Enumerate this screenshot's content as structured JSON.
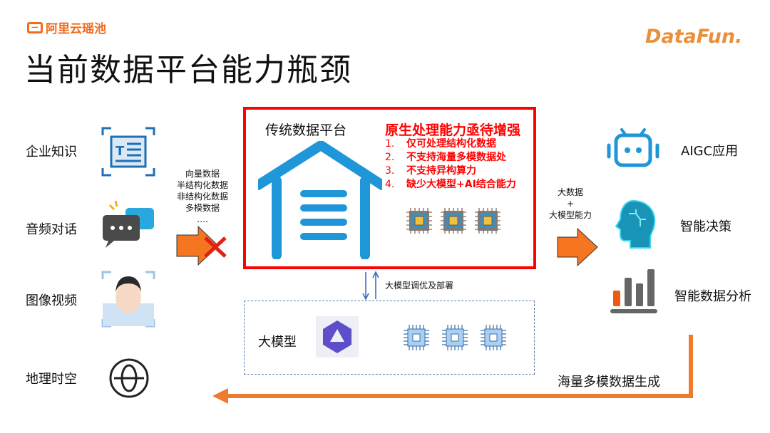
{
  "brand": "阿里云瑶池",
  "title": "当前数据平台能力瓶颈",
  "partner_logo": "DataFun.",
  "inputs": {
    "items": [
      {
        "label": "企业知识",
        "icon": "document-icon"
      },
      {
        "label": "音频对话",
        "icon": "chat-icon"
      },
      {
        "label": "图像视频",
        "icon": "face-scan-icon"
      },
      {
        "label": "地理时空",
        "icon": "globe-icon"
      }
    ],
    "data_types": [
      "向量数据",
      "半结构化数据",
      "非结构化数据",
      "多模数据",
      "…."
    ]
  },
  "platform": {
    "title": "传统数据平台",
    "headline": "原生处理能力亟待增强",
    "issues": [
      {
        "num": "1.",
        "text": "仅可处理结构化数据"
      },
      {
        "num": "2.",
        "text": "不支持海量多模数据处"
      },
      {
        "num": "3.",
        "text": "不支持异构算力"
      },
      {
        "num": "4.",
        "text": "缺少大模型+AI结合能力"
      }
    ]
  },
  "link_label": "大模型调优及部署",
  "model": {
    "title": "大模型"
  },
  "output_arrow_label": [
    "大数据",
    "+",
    "大模型能力"
  ],
  "outputs": [
    {
      "label": "AIGC应用",
      "icon": "robot-icon"
    },
    {
      "label": "智能决策",
      "icon": "ai-head-icon"
    },
    {
      "label": "智能数据分析",
      "icon": "bar-chart-icon"
    }
  ],
  "feedback_label": "海量多模数据生成",
  "colors": {
    "orange": "#f26b1d",
    "red": "#ff0000",
    "blue": "#1f96d8"
  }
}
